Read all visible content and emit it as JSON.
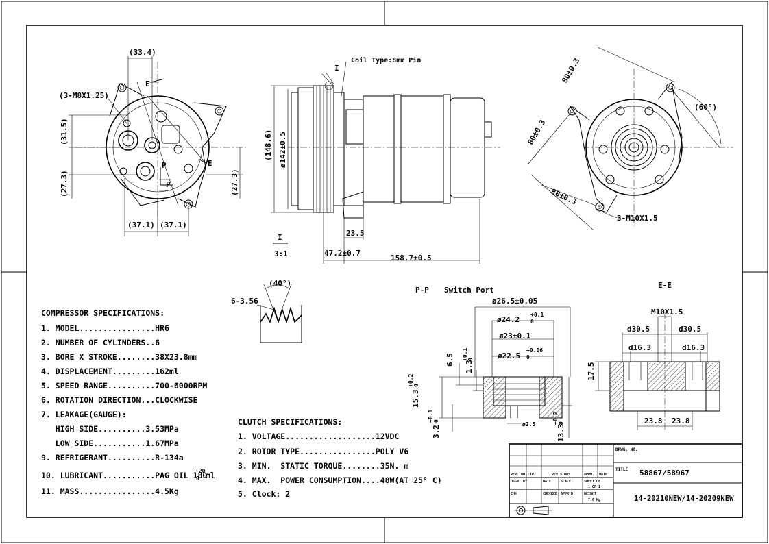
{
  "front_view": {
    "dim_top": "(33.4)",
    "bolt_note": "(3-M8X1.25)",
    "dim_left_upper": "(31.5)",
    "dim_left_lower": "(27.3)",
    "dim_right": "(27.3)",
    "dim_bottom_left": "(37.1)",
    "dim_bottom_right": "(37.1)",
    "label_e1": "E",
    "label_e2": "E",
    "label_p1": "P",
    "label_p2": "P"
  },
  "side_view": {
    "coil_note": "Coil Type:8mm Pin",
    "detail_mark": "I",
    "dim_overall_dia": "(148.6)",
    "dim_pulley_dia": "ø142±0.5",
    "dim_23_5": "23.5",
    "dim_47_2": "47.2±0.7",
    "dim_158_7": "158.7±0.5",
    "detail_label": "I",
    "detail_scale": "3:1"
  },
  "rear_view": {
    "dim_80_top": "80±0.3",
    "dim_80_left": "80±0.3",
    "dim_80_bottom": "80±0.3",
    "angle": "(60°)",
    "bolt_note": "3-M10X1.5"
  },
  "pulley_detail": {
    "groove_note": "6-3.56",
    "angle": "(40°)"
  },
  "pp_section": {
    "title_code": "P-P",
    "title_name": "Switch Port",
    "d1": "ø26.5±0.05",
    "d2": "ø24.2",
    "d2_tol_up": "+0.1",
    "d2_tol_dn": "0",
    "d3": "ø23±0.1",
    "d4": "ø22.5",
    "d4_tol_up": "+0.06",
    "d4_tol_dn": "0",
    "h1": "6.5",
    "h2": "1.3",
    "h2_tol_up": "+0.1",
    "h2_tol_dn": "0",
    "h3": "15.3",
    "h3_tol_up": "+0.2",
    "h3_tol_dn": "0",
    "h4": "3.2",
    "h4_tol_up": "+0.1",
    "h4_tol_dn": "0",
    "h5": "13.3",
    "h5_tol_up": "+0.2",
    "h5_tol_dn": "0",
    "small_dia": "ø2.5"
  },
  "ee_section": {
    "title": "E-E",
    "thread": "M10X1.5",
    "d30_left": "d30.5",
    "d30_right": "d30.5",
    "d16_left": "d16.3",
    "d16_right": "d16.3",
    "h": "17.5",
    "w_left": "23.8",
    "w_right": "23.8"
  },
  "compressor_specs": {
    "heading": "COMPRESSOR SPECIFICATIONS:",
    "lines": [
      "1. MODEL................HR6",
      "2. NUMBER OF CYLINDERS..6",
      "3. BORE X STROKE........38X23.8mm",
      "4. DISPLACEMENT.........162ml",
      "5. SPEED RANGE..........700-6000RPM",
      "6. ROTATION DIRECTION...CLOCKWISE",
      "7. LEAKAGE(GAUGE):",
      "   HIGH SIDE..........3.53MPa",
      "   LOW SIDE...........1.67MPa",
      "9. REFRIGERANT..........R-134a"
    ],
    "lubricant_pre": "10. LUBRICANT...........PAG OIL 180",
    "lubricant_tol_up": "+20",
    "lubricant_tol_dn": "0",
    "lubricant_unit": "ml",
    "mass": "11. MASS................4.5Kg"
  },
  "clutch_specs": {
    "heading": "CLUTCH SPECIFICATIONS:",
    "lines": [
      "1. VOLTAGE...................12VDC",
      "2. ROTOR TYPE................POLY V6",
      "3. MIN.  STATIC TORQUE........35N. m",
      "4. MAX.  POWER CONSUMPTION....48W(AT 25° C)",
      "5. Clock: 2"
    ]
  },
  "title_block": {
    "rev_no": "REV. NO.",
    "ltr": "LTR.",
    "revision": "REVISIONS",
    "appd": "APPD.",
    "date": "DATE",
    "dsgn_by": "DSGN. BY",
    "date2": "DATE",
    "scale": "SCALE",
    "sheet_of": "SHEET OF",
    "sheet_val": "1 OF 1",
    "chk": "CHK",
    "checked": "CHECKED",
    "apprd": "APPR'D",
    "weight": "WEIGHT",
    "weight_val": "7.0 Kg",
    "dwg_no_label": "DRWG. NO.",
    "title_label": "TITLE",
    "title_val": "58867/58967",
    "part_no": "14-20210NEW/14-20209NEW"
  }
}
